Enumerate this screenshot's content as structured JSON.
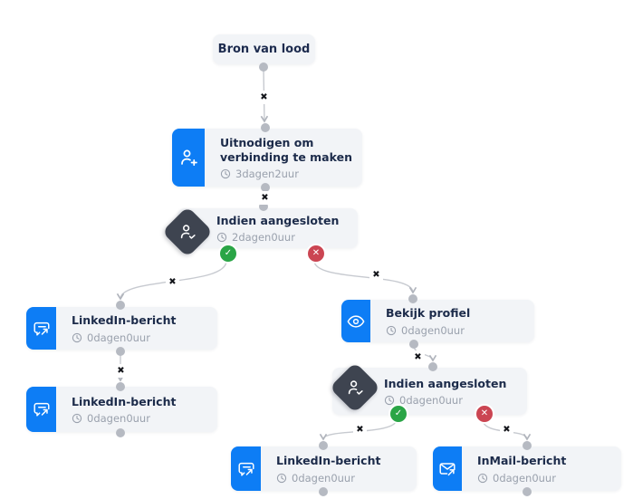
{
  "flow": {
    "nodes": {
      "source": {
        "title": "Bron van lood"
      },
      "invite": {
        "title": "Uitnodigen om verbinding te maken",
        "timer": "3dagen2uur"
      },
      "condition1": {
        "title": "Indien aangesloten",
        "timer": "2dagen0uur"
      },
      "linkedin1": {
        "title": "LinkedIn-bericht",
        "timer": "0dagen0uur"
      },
      "view_profile": {
        "title": "Bekijk profiel",
        "timer": "0dagen0uur"
      },
      "linkedin2": {
        "title": "LinkedIn-bericht",
        "timer": "0dagen0uur"
      },
      "condition2": {
        "title": "Indien aangesloten",
        "timer": "0dagen0uur"
      },
      "linkedin3": {
        "title": "LinkedIn-bericht",
        "timer": "0dagen0uur"
      },
      "inmail": {
        "title": "InMail-bericht",
        "timer": "0dagen0uur"
      }
    },
    "markers": {
      "delete": "✖",
      "success": "✓",
      "failure": "✕"
    },
    "colors": {
      "accent_blue": "#0d7df5",
      "condition_dark": "#3e4450",
      "success_green": "#2aa546",
      "failure_red": "#cb4552",
      "node_background": "#f2f4f7",
      "title_text": "#1c2b4a",
      "timer_text": "#9aa1ad",
      "connector_gray": "#c7cad0",
      "port_gray": "#b6bac2"
    }
  }
}
